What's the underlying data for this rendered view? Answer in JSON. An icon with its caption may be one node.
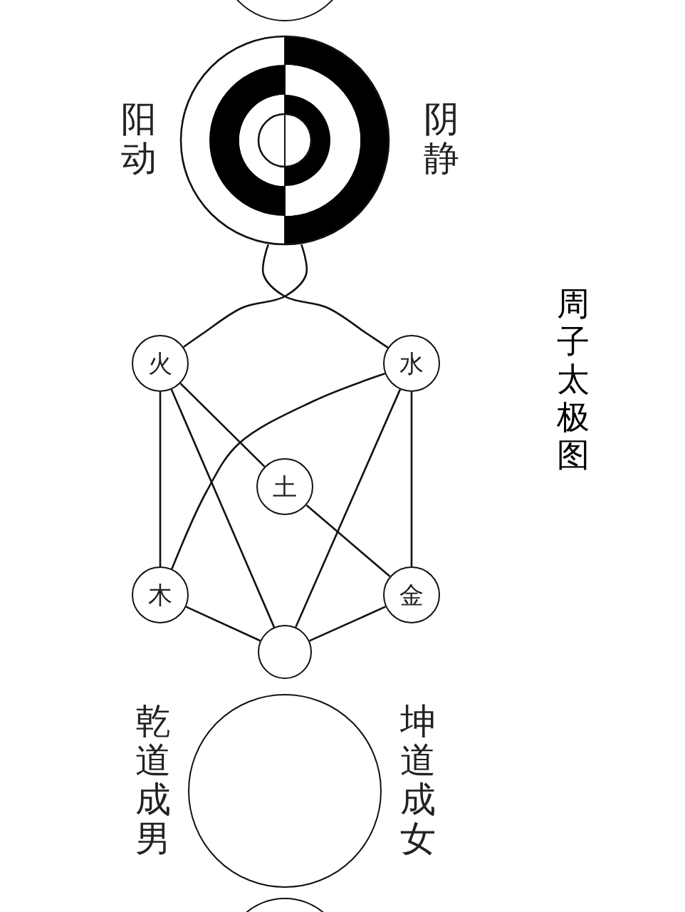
{
  "diagram": {
    "title": "周子太极图",
    "nodes": [
      {
        "text": [],
        "shape": "circle"
      },
      {
        "text": [],
        "shape": "circle",
        "beside": [
          "阳动",
          "阴静"
        ]
      },
      {
        "text": [
          "火"
        ]
      },
      {
        "text": [
          "水"
        ]
      },
      {
        "text": [
          "土"
        ]
      },
      {
        "text": [
          "木"
        ]
      },
      {
        "text": [
          "金"
        ]
      },
      {
        "text": [],
        "shape": "circle"
      },
      {
        "text": [],
        "shape": "circle",
        "beside": [
          "乾道成男",
          "坤道成女"
        ]
      },
      {
        "text": [],
        "shape": "circle"
      }
    ],
    "edges": [
      {
        "from": 1,
        "to": 2,
        "arrow": "none"
      },
      {
        "from": 1,
        "to": 3,
        "arrow": "none"
      },
      {
        "from": 2,
        "to": 5,
        "arrow": "none"
      },
      {
        "from": 3,
        "to": 6,
        "arrow": "none"
      },
      {
        "from": 2,
        "to": 4,
        "arrow": "none"
      },
      {
        "from": 4,
        "to": 6,
        "arrow": "none"
      },
      {
        "from": 2,
        "to": 7,
        "arrow": "none"
      },
      {
        "from": 3,
        "to": 7,
        "arrow": "none"
      },
      {
        "from": 3,
        "to": 5,
        "arrow": "none"
      },
      {
        "from": 5,
        "to": 7,
        "arrow": "none"
      },
      {
        "from": 6,
        "to": 7,
        "arrow": "none"
      }
    ]
  }
}
